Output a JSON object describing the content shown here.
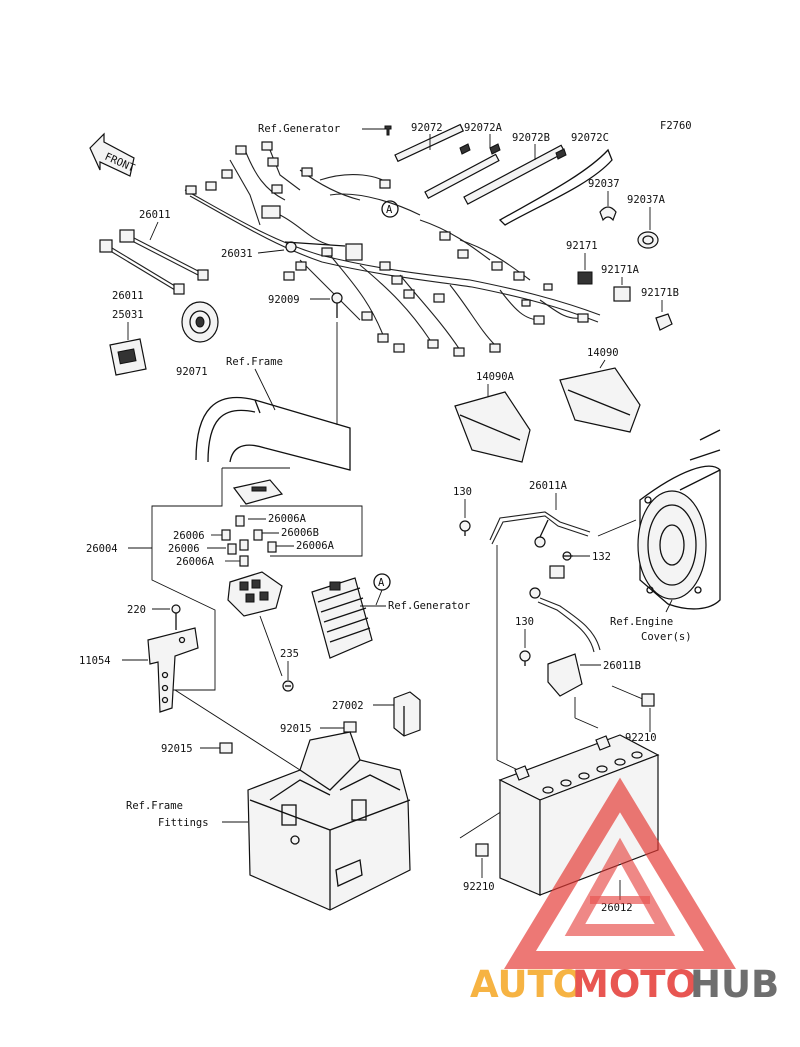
{
  "figure_code": "F2760",
  "front_label": "FRONT",
  "callouts": {
    "ref_generator_top": "Ref.Generator",
    "p92072": "92072",
    "p92072a": "92072A",
    "p92072b": "92072B",
    "p92072c": "92072C",
    "p92037": "92037",
    "p92037a": "92037A",
    "p92171": "92171",
    "p92171a": "92171A",
    "p92171b": "92171B",
    "p26011_top": "26011",
    "p26011_bottom": "26011",
    "p26031": "26031",
    "p92009": "92009",
    "p25031": "25031",
    "p92071": "92071",
    "ref_frame_top": "Ref.Frame",
    "p14090a": "14090A",
    "p14090": "14090",
    "p26004": "26004",
    "p26006_1": "26006",
    "p26006a_1": "26006A",
    "p26006b": "26006B",
    "p26006_2": "26006",
    "p26006a_2": "26006A",
    "p26006a_3": "26006A",
    "ref_generator_mid": "Ref.Generator",
    "p220": "220",
    "p11054": "11054",
    "p235": "235",
    "p27002": "27002",
    "p92015_right": "92015",
    "p92015_left": "92015",
    "ref_frame_fittings_1": "Ref.Frame",
    "ref_frame_fittings_2": "Fittings",
    "p130_top": "130",
    "p26011a": "26011A",
    "p132": "132",
    "p130_bottom": "130",
    "ref_engine_cover_1": "Ref.Engine",
    "ref_engine_cover_2": "Cover(s)",
    "p26011b": "26011B",
    "p92210_right": "92210",
    "p92210_bottom": "92210",
    "p26012": "26012",
    "marker_a_top": "A",
    "marker_a_mid": "A"
  },
  "watermark": {
    "part1": "AUTO",
    "part2": "MOTO",
    "part3": "HUB",
    "color_orange": "#f5a623",
    "color_red": "#e53935",
    "color_gray": "#555555"
  }
}
